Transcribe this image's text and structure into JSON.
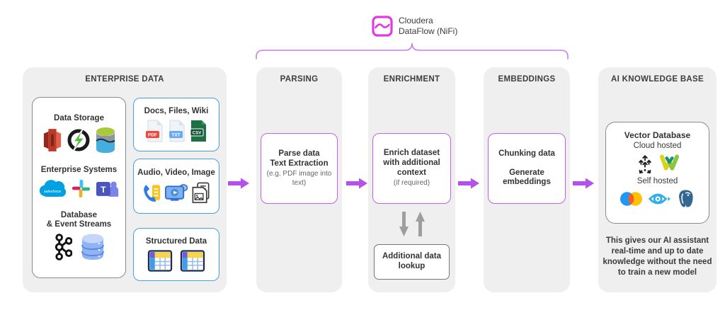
{
  "diagram": {
    "tool": {
      "icon": "cloudera-dataflow-icon",
      "line1": "Cloudera",
      "line2": "DataFlow (NiFi)"
    },
    "colors": {
      "magenta_icon": "#e23ae2",
      "bracket_purple": "#c97df2",
      "arrow_purple": "#b550ec",
      "box_border_purple": "#c45ff0",
      "blue_border": "#4aa0e8",
      "panel_bg": "#f0efef",
      "grey_arrow": "#9e9e9e"
    },
    "enterprise": {
      "title": "ENTERPRISE DATA",
      "groups": [
        {
          "label_lines": [
            "Data Storage"
          ],
          "icons": [
            "amazon-redshift",
            "lightning-database",
            "data-lake-cylinder"
          ]
        },
        {
          "label_lines": [
            "Enterprise Systems"
          ],
          "icons": [
            "salesforce",
            "slack",
            "microsoft-teams"
          ]
        },
        {
          "label_lines": [
            "Database",
            "& Event Streams"
          ],
          "icons": [
            "apache-kafka",
            "database-stack"
          ]
        }
      ],
      "salesforce_wordmark": "salesforce",
      "teams_letter": "T",
      "file_badges": {
        "pdf": "PDF",
        "txt": "TXT",
        "csv": "CSV"
      },
      "data_boxes": [
        {
          "label": "Docs, Files, Wiki",
          "icons": [
            "pdf-file",
            "txt-file",
            "csv-file"
          ]
        },
        {
          "label": "Audio, Video, Image",
          "icons": [
            "phone-call",
            "video-player",
            "image-file"
          ]
        },
        {
          "label": "Structured Data",
          "icons": [
            "table",
            "table"
          ]
        }
      ]
    },
    "parsing": {
      "title": "PARSING",
      "box": {
        "lines": [
          "Parse data",
          "Text Extraction"
        ],
        "note": "(e.g, PDF image into text)"
      }
    },
    "enrichment": {
      "title": "ENRICHMENT",
      "box": {
        "lines": [
          "Enrich dataset with additional context"
        ],
        "note": "(if required)"
      },
      "lookup_label": "Additional data lookup"
    },
    "embeddings": {
      "title": "EMBEDDINGS",
      "box": {
        "lines": [
          "Chunking data",
          "Generate embeddings"
        ]
      }
    },
    "knowledge_base": {
      "title": "AI KNOWLEDGE BASE",
      "box": {
        "title": "Vector Database",
        "cloud_label": "Cloud hosted",
        "cloud_icons": [
          "pinecone",
          "weaviate"
        ],
        "self_label": "Self hosted",
        "self_icons": [
          "milvus",
          "eye-vector-db",
          "postgresql"
        ]
      },
      "caption": "This gives our AI assistant real-time and up to date knowledge without the need to train a new model"
    }
  }
}
